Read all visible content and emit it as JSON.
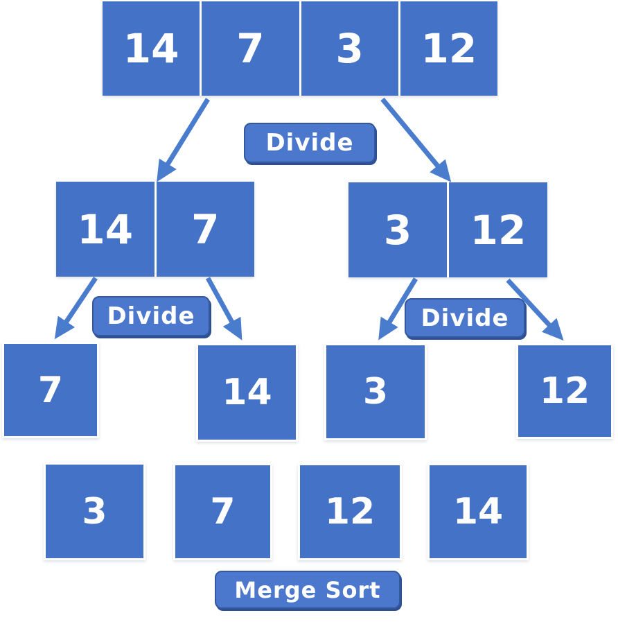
{
  "diagram_title": "Merge Sort",
  "colors": {
    "box_fill": "#4472C6",
    "badge_fill": "#4B77CC",
    "badge_border": "#33589E",
    "arrow": "#4A7CCE",
    "number_text": "#FFFFFF"
  },
  "levels": {
    "level0": {
      "cells": [
        "14",
        "7",
        "3",
        "12"
      ]
    },
    "level1_left": {
      "cells": [
        "14",
        "7"
      ]
    },
    "level1_right": {
      "cells": [
        "3",
        "12"
      ]
    },
    "level2": {
      "cells": [
        "7",
        "14",
        "3",
        "12"
      ]
    },
    "level3": {
      "cells": [
        "3",
        "7",
        "12",
        "14"
      ]
    }
  },
  "badges": {
    "divide_top": "Divide",
    "divide_left": "Divide",
    "divide_right": "Divide",
    "merge_sort": "Merge Sort"
  }
}
